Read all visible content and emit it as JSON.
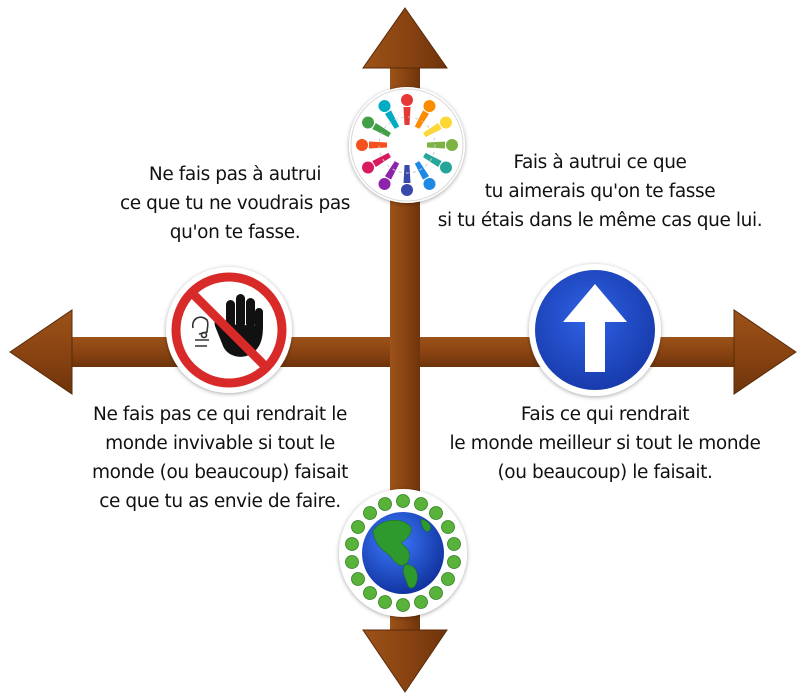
{
  "colors": {
    "arrow": "#8a4412",
    "arrow_edge": "#5a2a08",
    "stop_red": "#d92a2a",
    "road_sign_blue": "#1d49c9",
    "ocean_blue": "#1e4fd6",
    "land_green": "#2e9a2e",
    "wreath_green": "#59b33b"
  },
  "icons": {
    "top": "people-circle-icon",
    "left": "no-entry-hand-icon",
    "right": "straight-ahead-arrow-sign-icon",
    "bottom": "earth-globe-wreath-icon"
  },
  "captions": {
    "top_left": [
      "Ne fais pas à autrui",
      "ce que tu ne voudrais pas",
      "qu'on te fasse."
    ],
    "top_right": [
      "Fais à autrui ce que",
      "tu aimerais qu'on te fasse",
      "si tu étais dans le même cas que lui."
    ],
    "bottom_left": [
      "Ne fais pas ce qui rendrait le",
      "monde invivable si tout le",
      "monde (ou beaucoup) faisait",
      "ce que tu as envie de faire."
    ],
    "bottom_right": [
      "Fais ce qui rendrait",
      "le monde meilleur si tout le monde",
      "(ou beaucoup) le faisait."
    ]
  }
}
